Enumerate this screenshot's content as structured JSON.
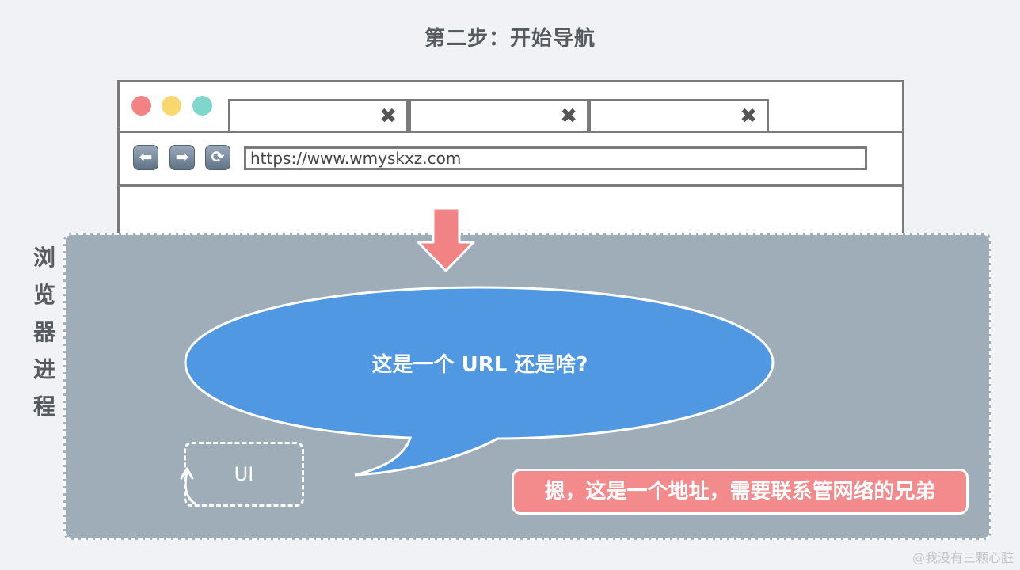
{
  "title": "第二步：开始导航",
  "browser": {
    "traffic_lights": [
      "#f28385",
      "#fad66e",
      "#7fd6cb"
    ],
    "tabs": [
      {
        "close": "✖"
      },
      {
        "close": "✖"
      },
      {
        "close": "✖"
      }
    ],
    "nav": {
      "back_icon": "⬅",
      "forward_icon": "➡",
      "reload_icon": "⟳"
    },
    "url": "https://www.wmyskxz.com"
  },
  "process": {
    "label_chars": [
      "浏",
      "览",
      "器",
      "进",
      "程"
    ],
    "speech": "这是一个 URL 还是啥?",
    "ui_box": "UI",
    "note": "摁，这是一个地址，需要联系管网络的兄弟"
  },
  "colors": {
    "panel": "#9eadb8",
    "bubble": "#5198e3",
    "arrow": "#f28385",
    "note": "#f38a8b"
  },
  "watermark": "@我没有三颗心脏"
}
